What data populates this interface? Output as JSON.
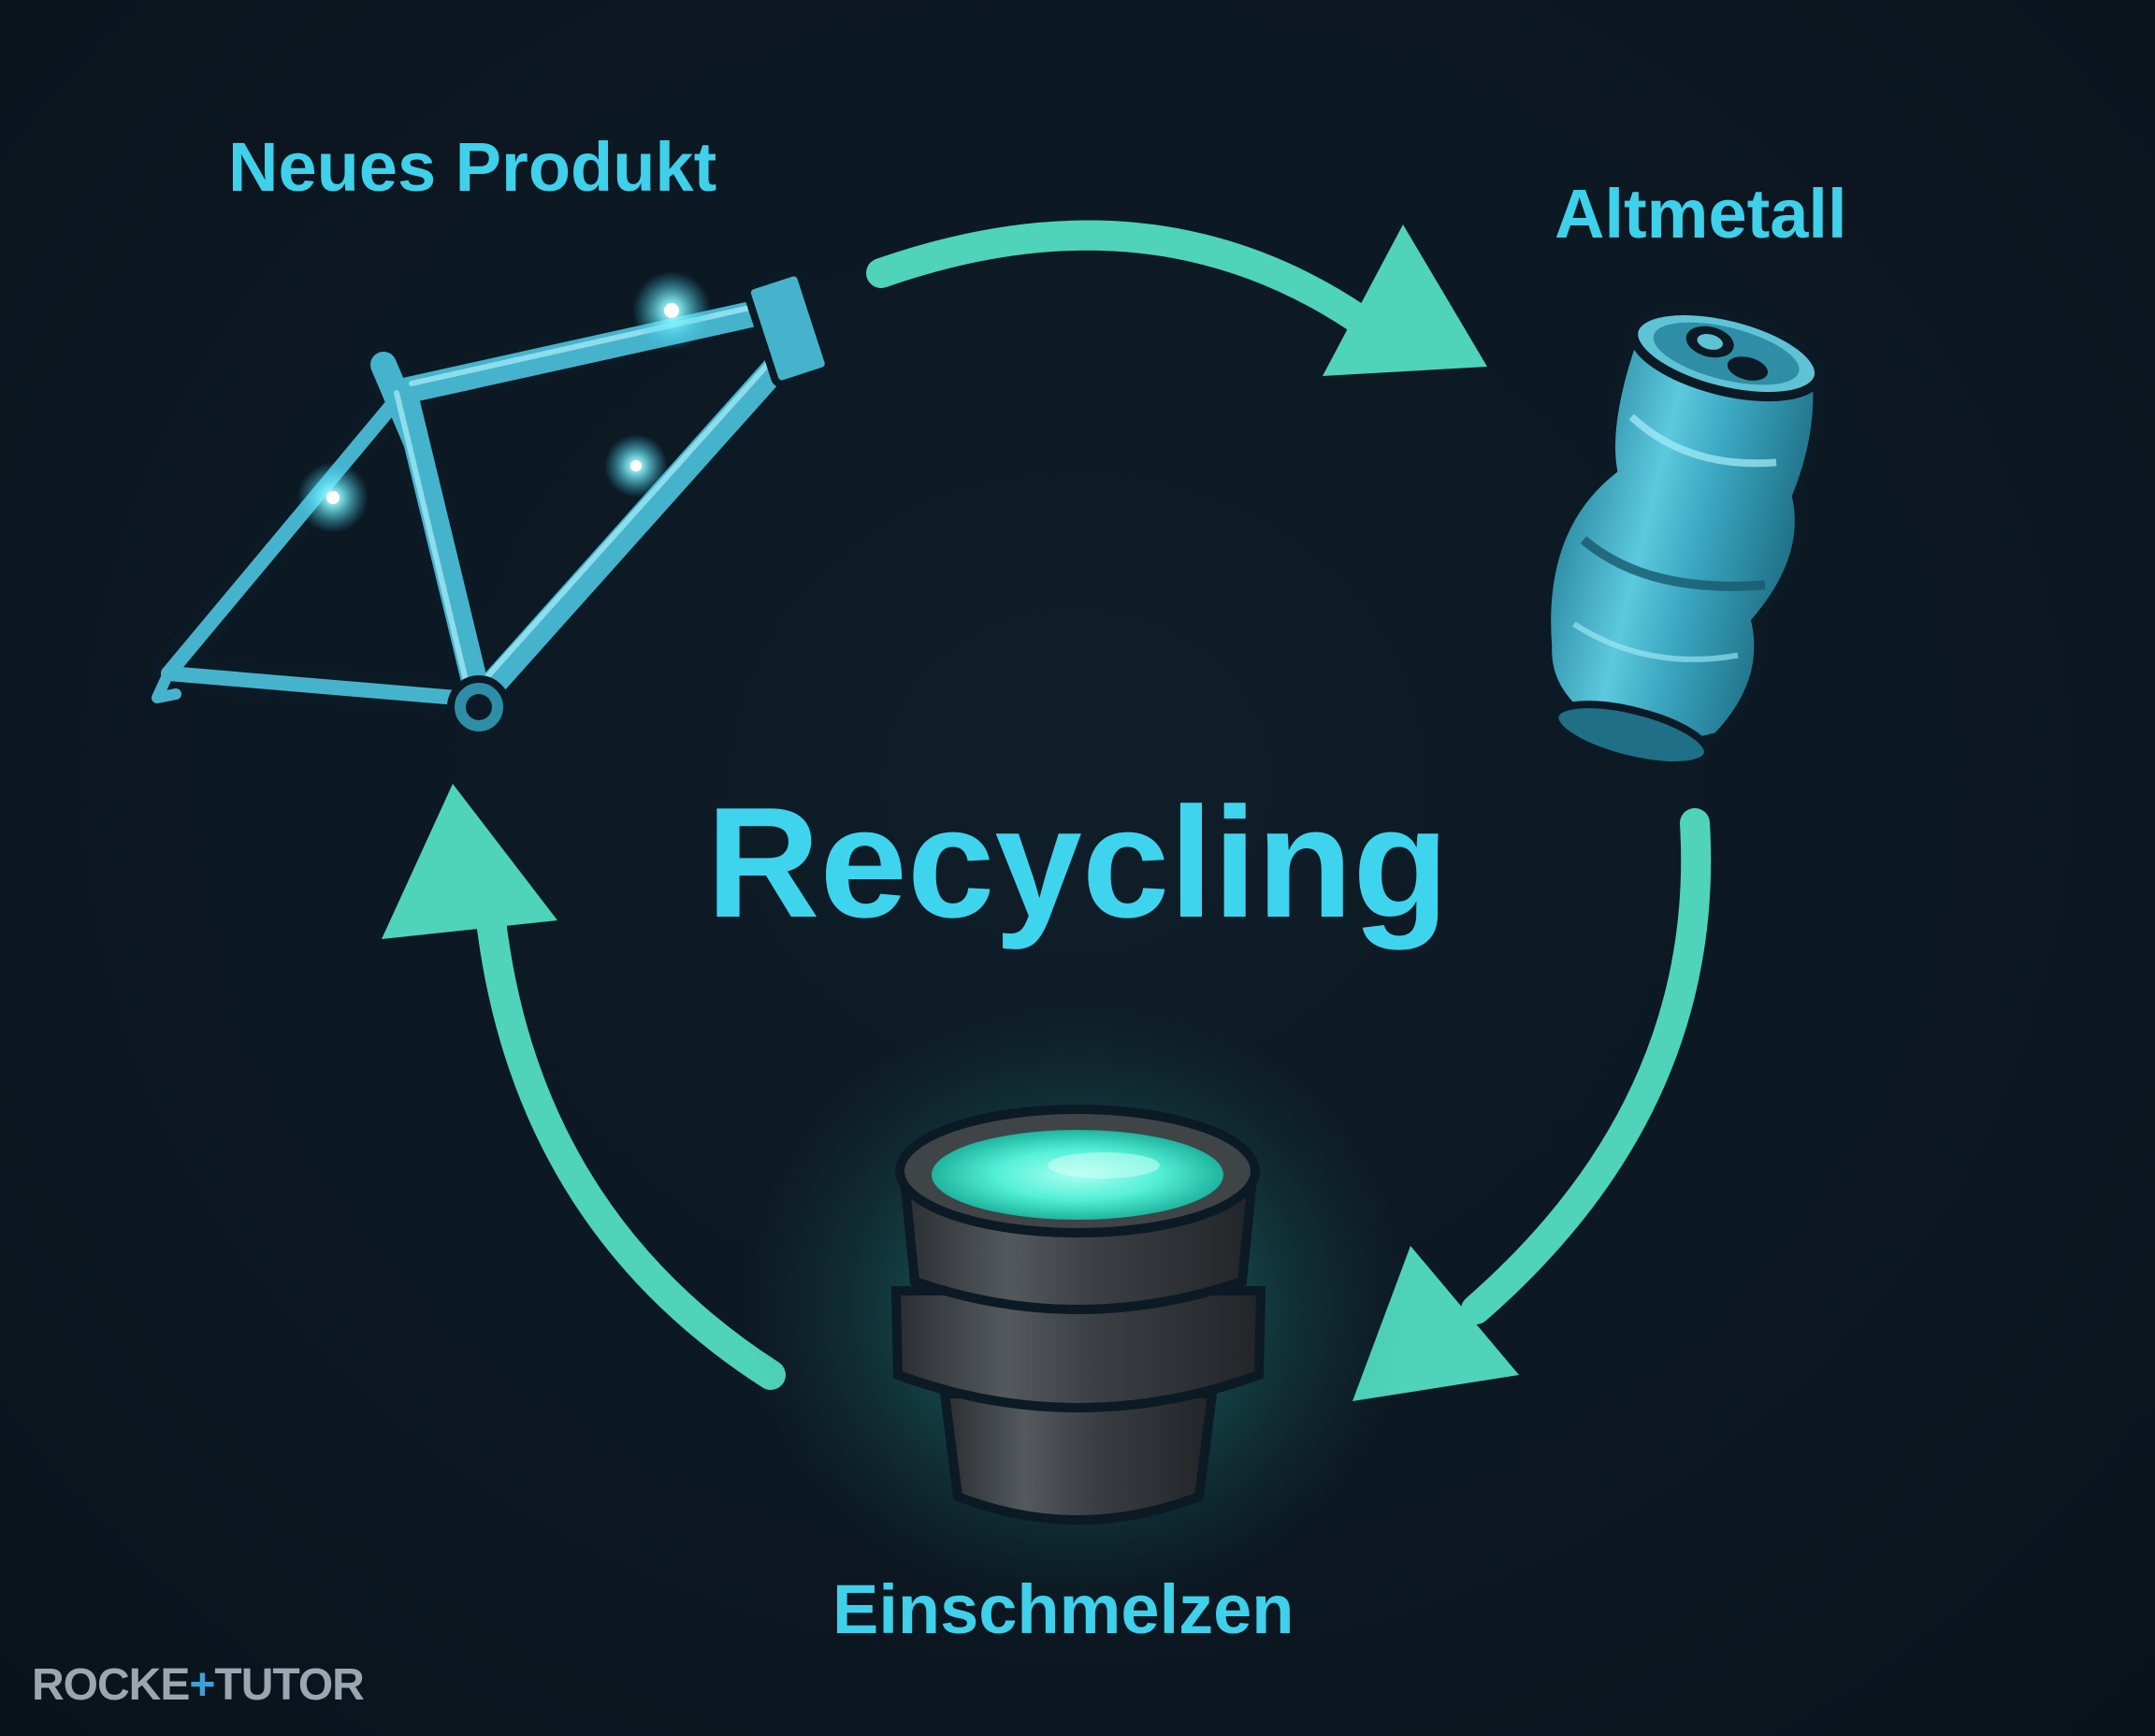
{
  "diagram": {
    "title": "Recycling",
    "stages": [
      {
        "id": "new-product",
        "label": "Neues Produkt",
        "icon": "bike-frame-icon"
      },
      {
        "id": "scrap-metal",
        "label": "Altmetall",
        "icon": "crushed-can-icon"
      },
      {
        "id": "melting",
        "label": "Einschmelzen",
        "icon": "crucible-icon"
      }
    ],
    "flow": [
      "new-product",
      "scrap-metal",
      "melting",
      "new-product"
    ]
  },
  "brand": {
    "part1": "ROCKE",
    "plus": "+",
    "part2": "TUTOR"
  },
  "colors": {
    "background": "#0c1822",
    "accent_text": "#3fd0ea",
    "arrow": "#4fd3bb",
    "metal": "#46b3cd",
    "molten": "#55f0d8"
  }
}
